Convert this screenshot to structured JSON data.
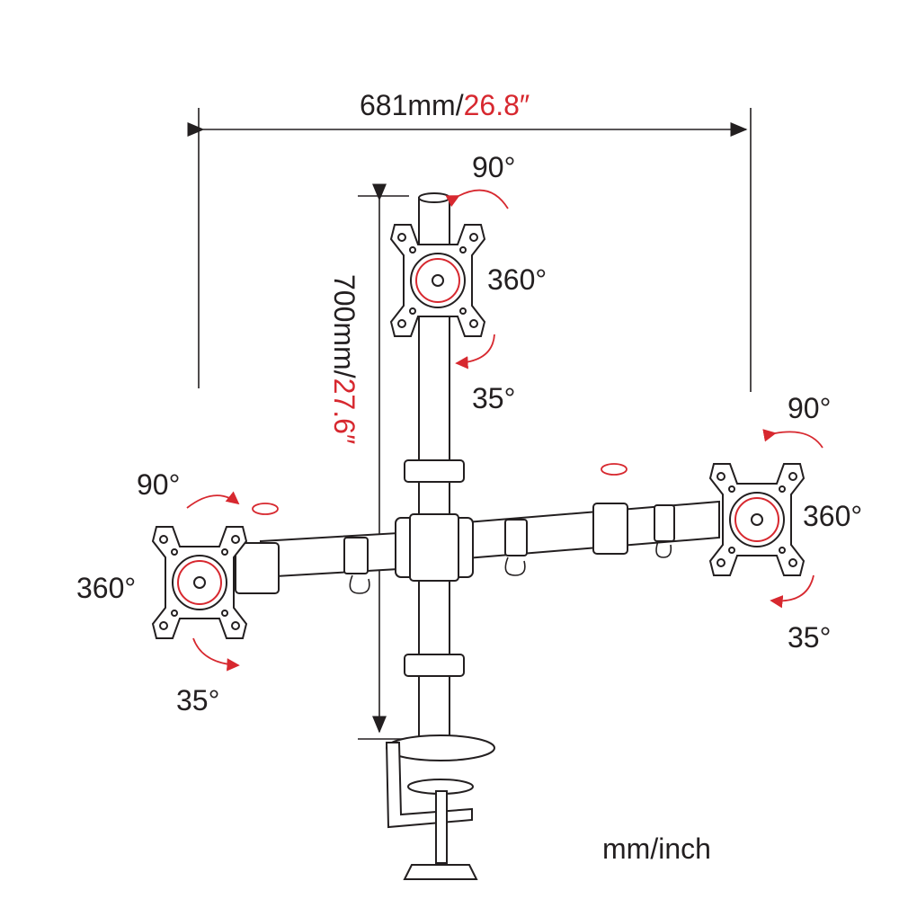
{
  "dimensions": {
    "width_mm": "681mm/",
    "width_inch": "26.8″",
    "height_mm": "700mm/",
    "height_inch": "27.6″",
    "units_note": "mm/inch"
  },
  "top_mount": {
    "tilt": "90°",
    "rotate": "360°",
    "swivel": "35°"
  },
  "right_mount": {
    "tilt": "90°",
    "rotate": "360°",
    "swivel": "35°"
  },
  "left_mount": {
    "tilt": "90°",
    "rotate": "360°",
    "swivel": "35°"
  },
  "colors": {
    "line": "#231f20",
    "accent": "#d7282f"
  }
}
